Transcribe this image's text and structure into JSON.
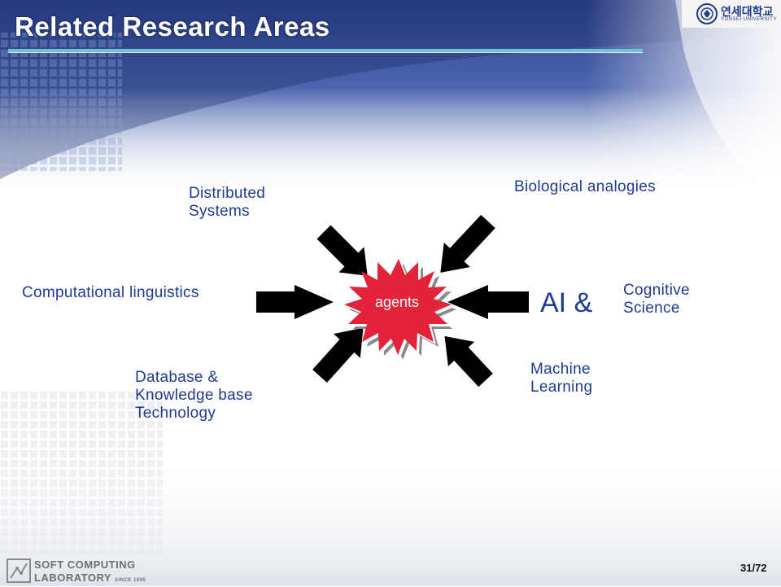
{
  "slide": {
    "title": "Related Research Areas",
    "center_label": "agents",
    "page_number": "31/72"
  },
  "areas": {
    "distributed_systems": [
      "Distributed",
      "Systems"
    ],
    "biological_analogies": "Biological analogies",
    "computational_linguistics": "Computational linguistics",
    "ai_prefix": "AI &",
    "cognitive_science": [
      "Cognitive",
      "Science"
    ],
    "database_knowledge": [
      "Database &",
      "Knowledge base",
      "Technology"
    ],
    "machine_learning": [
      "Machine",
      "Learning"
    ]
  },
  "branding": {
    "university_name": "연세대학교",
    "university_sub": "YONSEI UNIVERSITY",
    "lab_line1": "SOFT COMPUTING",
    "lab_line2": "LABORATORY",
    "lab_since": "SINCE 1995"
  },
  "colors": {
    "title_bar": "#1e2e66",
    "label_blue": "#1f3a93",
    "starburst_red": "#e3233a",
    "starburst_shadow": "#8a8a8a",
    "arrow": "#000000"
  },
  "icons": {
    "university_logo": "yonsei-seal-icon",
    "lab_logo": "soft-computing-lab-icon"
  }
}
